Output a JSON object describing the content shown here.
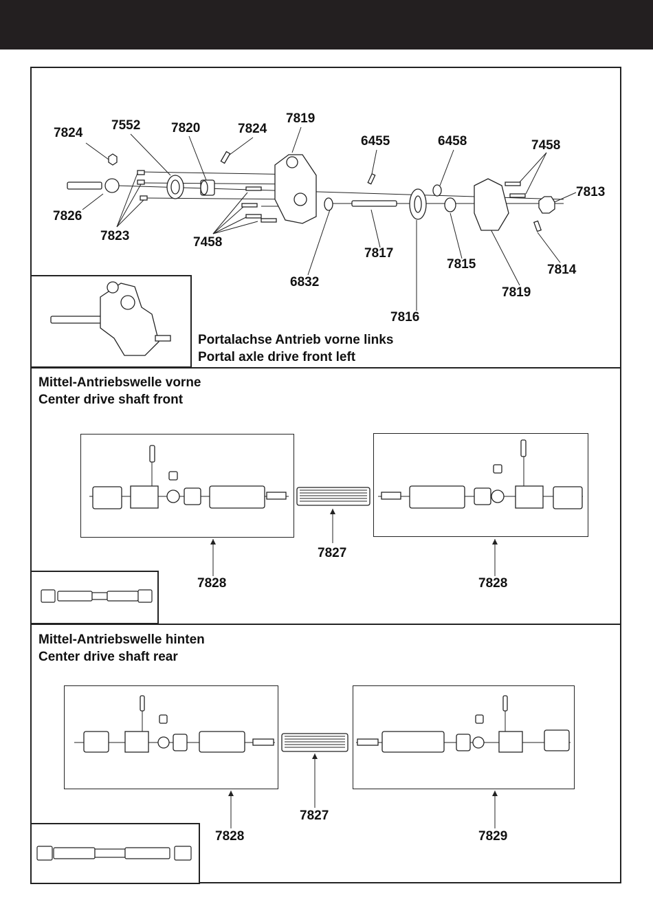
{
  "sections": {
    "portal": {
      "title_de": "Portalachse Antrieb vorne links",
      "title_en": "Portal axle drive front left",
      "parts": {
        "p7824a": "7824",
        "p7552": "7552",
        "p7820": "7820",
        "p7824b": "7824",
        "p7819a": "7819",
        "p6455": "6455",
        "p6458": "6458",
        "p7458a": "7458",
        "p7813": "7813",
        "p7826": "7826",
        "p7823": "7823",
        "p7458b": "7458",
        "p7817": "7817",
        "p7815": "7815",
        "p7814": "7814",
        "p6832": "6832",
        "p7819b": "7819",
        "p7816": "7816"
      }
    },
    "front_shaft": {
      "title_de": "Mittel-Antriebswelle vorne",
      "title_en": "Center drive shaft front",
      "parts": {
        "left": "7828",
        "center": "7827",
        "right": "7828"
      }
    },
    "rear_shaft": {
      "title_de": "Mittel-Antriebswelle hinten",
      "title_en": "Center drive shaft rear",
      "parts": {
        "left": "7828",
        "center": "7827",
        "right": "7829"
      }
    }
  }
}
